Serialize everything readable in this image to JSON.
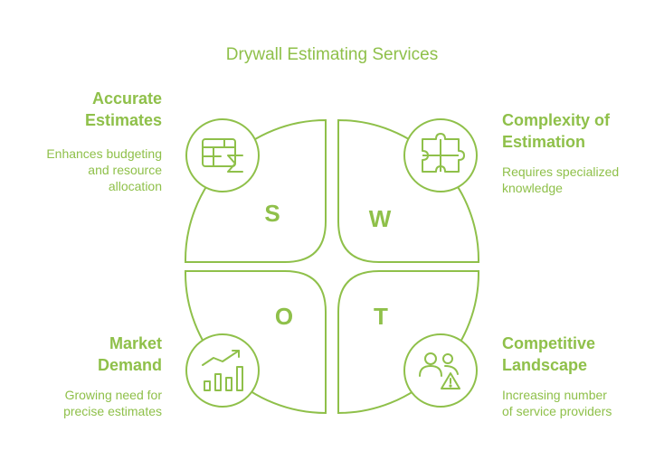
{
  "title": "Drywall Estimating Services",
  "quadrants": {
    "s": {
      "letter": "S",
      "heading_line1": "Accurate",
      "heading_line2": "Estimates",
      "desc_line1": "Enhances budgeting",
      "desc_line2": "and resource",
      "desc_line3": "allocation",
      "icon": "spreadsheet-sigma-icon"
    },
    "w": {
      "letter": "W",
      "heading_line1": "Complexity of",
      "heading_line2": "Estimation",
      "desc_line1": "Requires specialized",
      "desc_line2": "knowledge",
      "icon": "puzzle-icon"
    },
    "o": {
      "letter": "O",
      "heading_line1": "Market",
      "heading_line2": "Demand",
      "desc_line1": "Growing need for",
      "desc_line2": "precise estimates",
      "icon": "growth-chart-icon"
    },
    "t": {
      "letter": "T",
      "heading_line1": "Competitive",
      "heading_line2": "Landscape",
      "desc_line1": "Increasing number",
      "desc_line2": "of service providers",
      "icon": "users-warning-icon"
    }
  },
  "colors": {
    "accent": "#8fc04a",
    "background": "#ffffff"
  }
}
